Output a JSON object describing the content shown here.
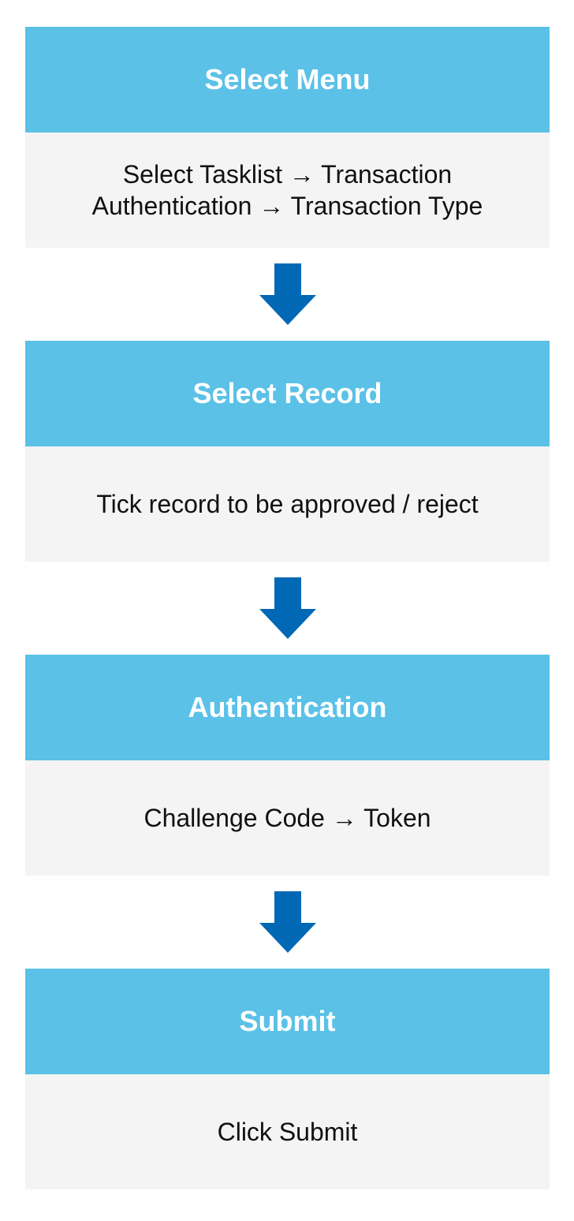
{
  "colors": {
    "header_bg": "#5bc1e7",
    "header_text": "#ffffff",
    "body_bg": "#f4f4f4",
    "body_text": "#111111",
    "arrow": "#0068b5"
  },
  "icons": {
    "connector": "arrow-down-icon"
  },
  "steps": [
    {
      "title": "Select Menu",
      "lines": [
        "Select Tasklist → Transaction",
        "Authentication → Transaction Type"
      ]
    },
    {
      "title": "Select Record",
      "lines": [
        "Tick record to be approved / reject"
      ]
    },
    {
      "title": "Authentication",
      "lines": [
        "Challenge Code → Token"
      ]
    },
    {
      "title": "Submit",
      "lines": [
        "Click Submit"
      ]
    }
  ]
}
